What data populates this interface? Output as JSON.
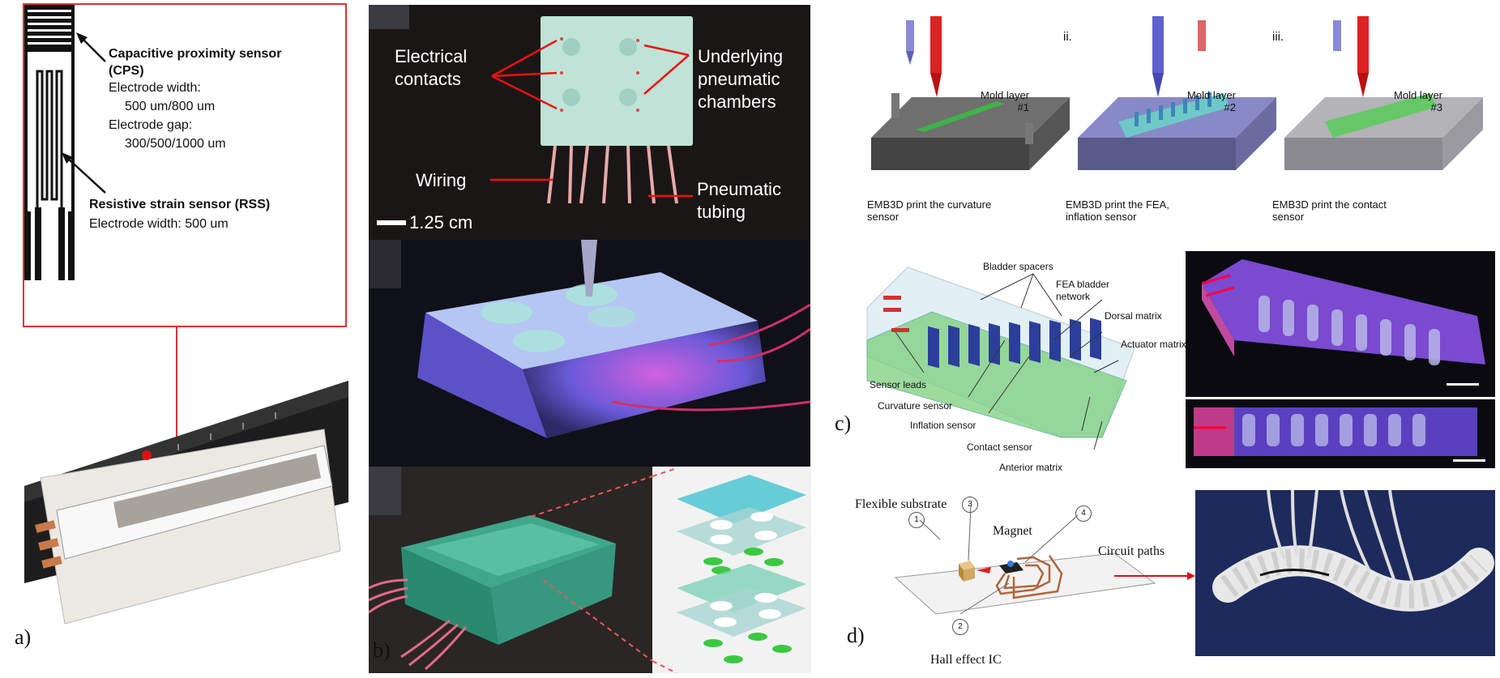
{
  "panel_a": {
    "letter": "a)",
    "cps_title": "Capacitive proximity sensor (CPS)",
    "cps_width_label": "Electrode width:",
    "cps_width_value": "500 um/800 um",
    "cps_gap_label": "Electrode gap:",
    "cps_gap_value": "300/500/1000 um",
    "rss_title": "Resistive strain sensor (RSS)",
    "rss_width": "Electrode width: 500 um"
  },
  "panel_b": {
    "letter": "b)",
    "electrical_contacts": "Electrical contacts",
    "pneumatic_chambers": "Underlying pneumatic chambers",
    "wiring": "Wiring",
    "pneumatic_tubing": "Pneumatic tubing",
    "scale": "1.25 cm"
  },
  "panel_c": {
    "letter": "c)",
    "step2": "ii.",
    "step3": "iii.",
    "mold1": "Mold layer #1",
    "mold2": "Mold layer #2",
    "mold3": "Mold layer #3",
    "cap1": "EMB3D print the curvature sensor",
    "cap2": "EMB3D print the FEA, inflation sensor",
    "cap3": "EMB3D print the contact sensor",
    "labels": {
      "bladder_spacers": "Bladder spacers",
      "fea_bladder": "FEA bladder network",
      "dorsal": "Dorsal matrix",
      "actuator": "Actuator matrix",
      "sensor_leads": "Sensor leads",
      "curvature": "Curvature sensor",
      "inflation": "Inflation sensor",
      "contact": "Contact sensor",
      "anterior": "Anterior matrix"
    }
  },
  "panel_d": {
    "letter": "d)",
    "flexible_substrate": "Flexible substrate",
    "magnet": "Magnet",
    "circuit_paths": "Circuit paths",
    "hall_ic": "Hall effect IC",
    "n1": "1",
    "n2": "2",
    "n3": "3",
    "n4": "4"
  }
}
